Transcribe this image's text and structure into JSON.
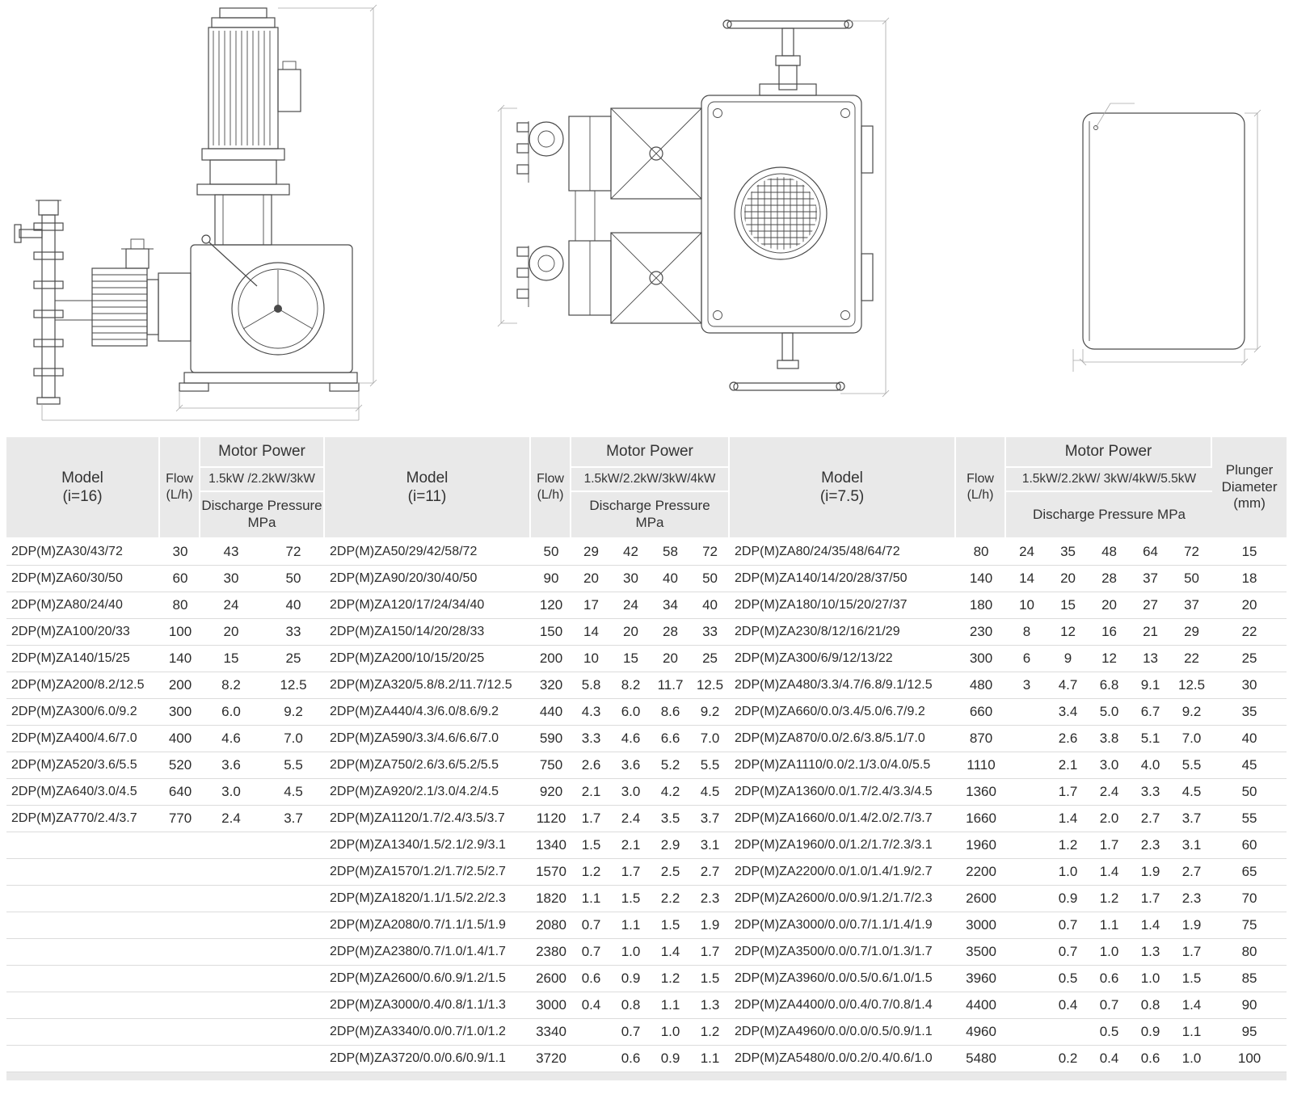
{
  "table": {
    "headers": {
      "model": "Model",
      "flow_line1": "Flow",
      "flow_line2": "(L/h)",
      "motor_power": "Motor Power",
      "discharge_line1": "Discharge Pressure",
      "discharge_line2": "MPa",
      "discharge_single": "Discharge Pressure MPa",
      "plunger_line1": "Plunger",
      "plunger_line2": "Diameter",
      "plunger_line3": "(mm)"
    },
    "groups": [
      {
        "i_label": "(i=16)",
        "power_label": "1.5kW /2.2kW/3kW",
        "pressure_cols": 2,
        "rows": [
          {
            "model": "2DP(M)ZA30/43/72",
            "flow": "30",
            "p": [
              "43",
              "72"
            ]
          },
          {
            "model": "2DP(M)ZA60/30/50",
            "flow": "60",
            "p": [
              "30",
              "50"
            ]
          },
          {
            "model": "2DP(M)ZA80/24/40",
            "flow": "80",
            "p": [
              "24",
              "40"
            ]
          },
          {
            "model": "2DP(M)ZA100/20/33",
            "flow": "100",
            "p": [
              "20",
              "33"
            ]
          },
          {
            "model": "2DP(M)ZA140/15/25",
            "flow": "140",
            "p": [
              "15",
              "25"
            ]
          },
          {
            "model": "2DP(M)ZA200/8.2/12.5",
            "flow": "200",
            "p": [
              "8.2",
              "12.5"
            ]
          },
          {
            "model": "2DP(M)ZA300/6.0/9.2",
            "flow": "300",
            "p": [
              "6.0",
              "9.2"
            ]
          },
          {
            "model": "2DP(M)ZA400/4.6/7.0",
            "flow": "400",
            "p": [
              "4.6",
              "7.0"
            ]
          },
          {
            "model": "2DP(M)ZA520/3.6/5.5",
            "flow": "520",
            "p": [
              "3.6",
              "5.5"
            ]
          },
          {
            "model": "2DP(M)ZA640/3.0/4.5",
            "flow": "640",
            "p": [
              "3.0",
              "4.5"
            ]
          },
          {
            "model": "2DP(M)ZA770/2.4/3.7",
            "flow": "770",
            "p": [
              "2.4",
              "3.7"
            ]
          }
        ]
      },
      {
        "i_label": "(i=11)",
        "power_label": "1.5kW/2.2kW/3kW/4kW",
        "pressure_cols": 4,
        "rows": [
          {
            "model": "2DP(M)ZA50/29/42/58/72",
            "flow": "50",
            "p": [
              "29",
              "42",
              "58",
              "72"
            ]
          },
          {
            "model": "2DP(M)ZA90/20/30/40/50",
            "flow": "90",
            "p": [
              "20",
              "30",
              "40",
              "50"
            ]
          },
          {
            "model": "2DP(M)ZA120/17/24/34/40",
            "flow": "120",
            "p": [
              "17",
              "24",
              "34",
              "40"
            ]
          },
          {
            "model": "2DP(M)ZA150/14/20/28/33",
            "flow": "150",
            "p": [
              "14",
              "20",
              "28",
              "33"
            ]
          },
          {
            "model": "2DP(M)ZA200/10/15/20/25",
            "flow": "200",
            "p": [
              "10",
              "15",
              "20",
              "25"
            ]
          },
          {
            "model": "2DP(M)ZA320/5.8/8.2/11.7/12.5",
            "flow": "320",
            "p": [
              "5.8",
              "8.2",
              "11.7",
              "12.5"
            ]
          },
          {
            "model": "2DP(M)ZA440/4.3/6.0/8.6/9.2",
            "flow": "440",
            "p": [
              "4.3",
              "6.0",
              "8.6",
              "9.2"
            ]
          },
          {
            "model": "2DP(M)ZA590/3.3/4.6/6.6/7.0",
            "flow": "590",
            "p": [
              "3.3",
              "4.6",
              "6.6",
              "7.0"
            ]
          },
          {
            "model": "2DP(M)ZA750/2.6/3.6/5.2/5.5",
            "flow": "750",
            "p": [
              "2.6",
              "3.6",
              "5.2",
              "5.5"
            ]
          },
          {
            "model": "2DP(M)ZA920/2.1/3.0/4.2/4.5",
            "flow": "920",
            "p": [
              "2.1",
              "3.0",
              "4.2",
              "4.5"
            ]
          },
          {
            "model": "2DP(M)ZA1120/1.7/2.4/3.5/3.7",
            "flow": "1120",
            "p": [
              "1.7",
              "2.4",
              "3.5",
              "3.7"
            ]
          },
          {
            "model": "2DP(M)ZA1340/1.5/2.1/2.9/3.1",
            "flow": "1340",
            "p": [
              "1.5",
              "2.1",
              "2.9",
              "3.1"
            ]
          },
          {
            "model": "2DP(M)ZA1570/1.2/1.7/2.5/2.7",
            "flow": "1570",
            "p": [
              "1.2",
              "1.7",
              "2.5",
              "2.7"
            ]
          },
          {
            "model": "2DP(M)ZA1820/1.1/1.5/2.2/2.3",
            "flow": "1820",
            "p": [
              "1.1",
              "1.5",
              "2.2",
              "2.3"
            ]
          },
          {
            "model": "2DP(M)ZA2080/0.7/1.1/1.5/1.9",
            "flow": "2080",
            "p": [
              "0.7",
              "1.1",
              "1.5",
              "1.9"
            ]
          },
          {
            "model": "2DP(M)ZA2380/0.7/1.0/1.4/1.7",
            "flow": "2380",
            "p": [
              "0.7",
              "1.0",
              "1.4",
              "1.7"
            ]
          },
          {
            "model": "2DP(M)ZA2600/0.6/0.9/1.2/1.5",
            "flow": "2600",
            "p": [
              "0.6",
              "0.9",
              "1.2",
              "1.5"
            ]
          },
          {
            "model": "2DP(M)ZA3000/0.4/0.8/1.1/1.3",
            "flow": "3000",
            "p": [
              "0.4",
              "0.8",
              "1.1",
              "1.3"
            ]
          },
          {
            "model": "2DP(M)ZA3340/0.0/0.7/1.0/1.2",
            "flow": "3340",
            "p": [
              "",
              "0.7",
              "1.0",
              "1.2"
            ]
          },
          {
            "model": "2DP(M)ZA3720/0.0/0.6/0.9/1.1",
            "flow": "3720",
            "p": [
              "",
              "0.6",
              "0.9",
              "1.1"
            ]
          }
        ]
      },
      {
        "i_label": "(i=7.5)",
        "power_label": "1.5kW/2.2kW/ 3kW/4kW/5.5kW",
        "pressure_cols": 5,
        "rows": [
          {
            "model": "2DP(M)ZA80/24/35/48/64/72",
            "flow": "80",
            "p": [
              "24",
              "35",
              "48",
              "64",
              "72"
            ],
            "plunger": "15"
          },
          {
            "model": "2DP(M)ZA140/14/20/28/37/50",
            "flow": "140",
            "p": [
              "14",
              "20",
              "28",
              "37",
              "50"
            ],
            "plunger": "18"
          },
          {
            "model": "2DP(M)ZA180/10/15/20/27/37",
            "flow": "180",
            "p": [
              "10",
              "15",
              "20",
              "27",
              "37"
            ],
            "plunger": "20"
          },
          {
            "model": "2DP(M)ZA230/8/12/16/21/29",
            "flow": "230",
            "p": [
              "8",
              "12",
              "16",
              "21",
              "29"
            ],
            "plunger": "22"
          },
          {
            "model": "2DP(M)ZA300/6/9/12/13/22",
            "flow": "300",
            "p": [
              "6",
              "9",
              "12",
              "13",
              "22"
            ],
            "plunger": "25"
          },
          {
            "model": "2DP(M)ZA480/3.3/4.7/6.8/9.1/12.5",
            "flow": "480",
            "p": [
              "3",
              "4.7",
              "6.8",
              "9.1",
              "12.5"
            ],
            "plunger": "30"
          },
          {
            "model": "2DP(M)ZA660/0.0/3.4/5.0/6.7/9.2",
            "flow": "660",
            "p": [
              "",
              "3.4",
              "5.0",
              "6.7",
              "9.2"
            ],
            "plunger": "35"
          },
          {
            "model": "2DP(M)ZA870/0.0/2.6/3.8/5.1/7.0",
            "flow": "870",
            "p": [
              "",
              "2.6",
              "3.8",
              "5.1",
              "7.0"
            ],
            "plunger": "40"
          },
          {
            "model": "2DP(M)ZA1110/0.0/2.1/3.0/4.0/5.5",
            "flow": "1110",
            "p": [
              "",
              "2.1",
              "3.0",
              "4.0",
              "5.5"
            ],
            "plunger": "45"
          },
          {
            "model": "2DP(M)ZA1360/0.0/1.7/2.4/3.3/4.5",
            "flow": "1360",
            "p": [
              "",
              "1.7",
              "2.4",
              "3.3",
              "4.5"
            ],
            "plunger": "50"
          },
          {
            "model": "2DP(M)ZA1660/0.0/1.4/2.0/2.7/3.7",
            "flow": "1660",
            "p": [
              "",
              "1.4",
              "2.0",
              "2.7",
              "3.7"
            ],
            "plunger": "55"
          },
          {
            "model": "2DP(M)ZA1960/0.0/1.2/1.7/2.3/3.1",
            "flow": "1960",
            "p": [
              "",
              "1.2",
              "1.7",
              "2.3",
              "3.1"
            ],
            "plunger": "60"
          },
          {
            "model": "2DP(M)ZA2200/0.0/1.0/1.4/1.9/2.7",
            "flow": "2200",
            "p": [
              "",
              "1.0",
              "1.4",
              "1.9",
              "2.7"
            ],
            "plunger": "65"
          },
          {
            "model": "2DP(M)ZA2600/0.0/0.9/1.2/1.7/2.3",
            "flow": "2600",
            "p": [
              "",
              "0.9",
              "1.2",
              "1.7",
              "2.3"
            ],
            "plunger": "70"
          },
          {
            "model": "2DP(M)ZA3000/0.0/0.7/1.1/1.4/1.9",
            "flow": "3000",
            "p": [
              "",
              "0.7",
              "1.1",
              "1.4",
              "1.9"
            ],
            "plunger": "75"
          },
          {
            "model": "2DP(M)ZA3500/0.0/0.7/1.0/1.3/1.7",
            "flow": "3500",
            "p": [
              "",
              "0.7",
              "1.0",
              "1.3",
              "1.7"
            ],
            "plunger": "80"
          },
          {
            "model": "2DP(M)ZA3960/0.0/0.5/0.6/1.0/1.5",
            "flow": "3960",
            "p": [
              "",
              "0.5",
              "0.6",
              "1.0",
              "1.5"
            ],
            "plunger": "85"
          },
          {
            "model": "2DP(M)ZA4400/0.0/0.4/0.7/0.8/1.4",
            "flow": "4400",
            "p": [
              "",
              "0.4",
              "0.7",
              "0.8",
              "1.4"
            ],
            "plunger": "90"
          },
          {
            "model": "2DP(M)ZA4960/0.0/0.0/0.5/0.9/1.1",
            "flow": "4960",
            "p": [
              "",
              "",
              "0.5",
              "0.9",
              "1.1"
            ],
            "plunger": "95"
          },
          {
            "model": "2DP(M)ZA5480/0.0/0.2/0.4/0.6/1.0",
            "flow": "5480",
            "p": [
              "",
              "0.2",
              "0.4",
              "0.6",
              "1.0"
            ],
            "plunger": "100"
          }
        ]
      }
    ]
  }
}
